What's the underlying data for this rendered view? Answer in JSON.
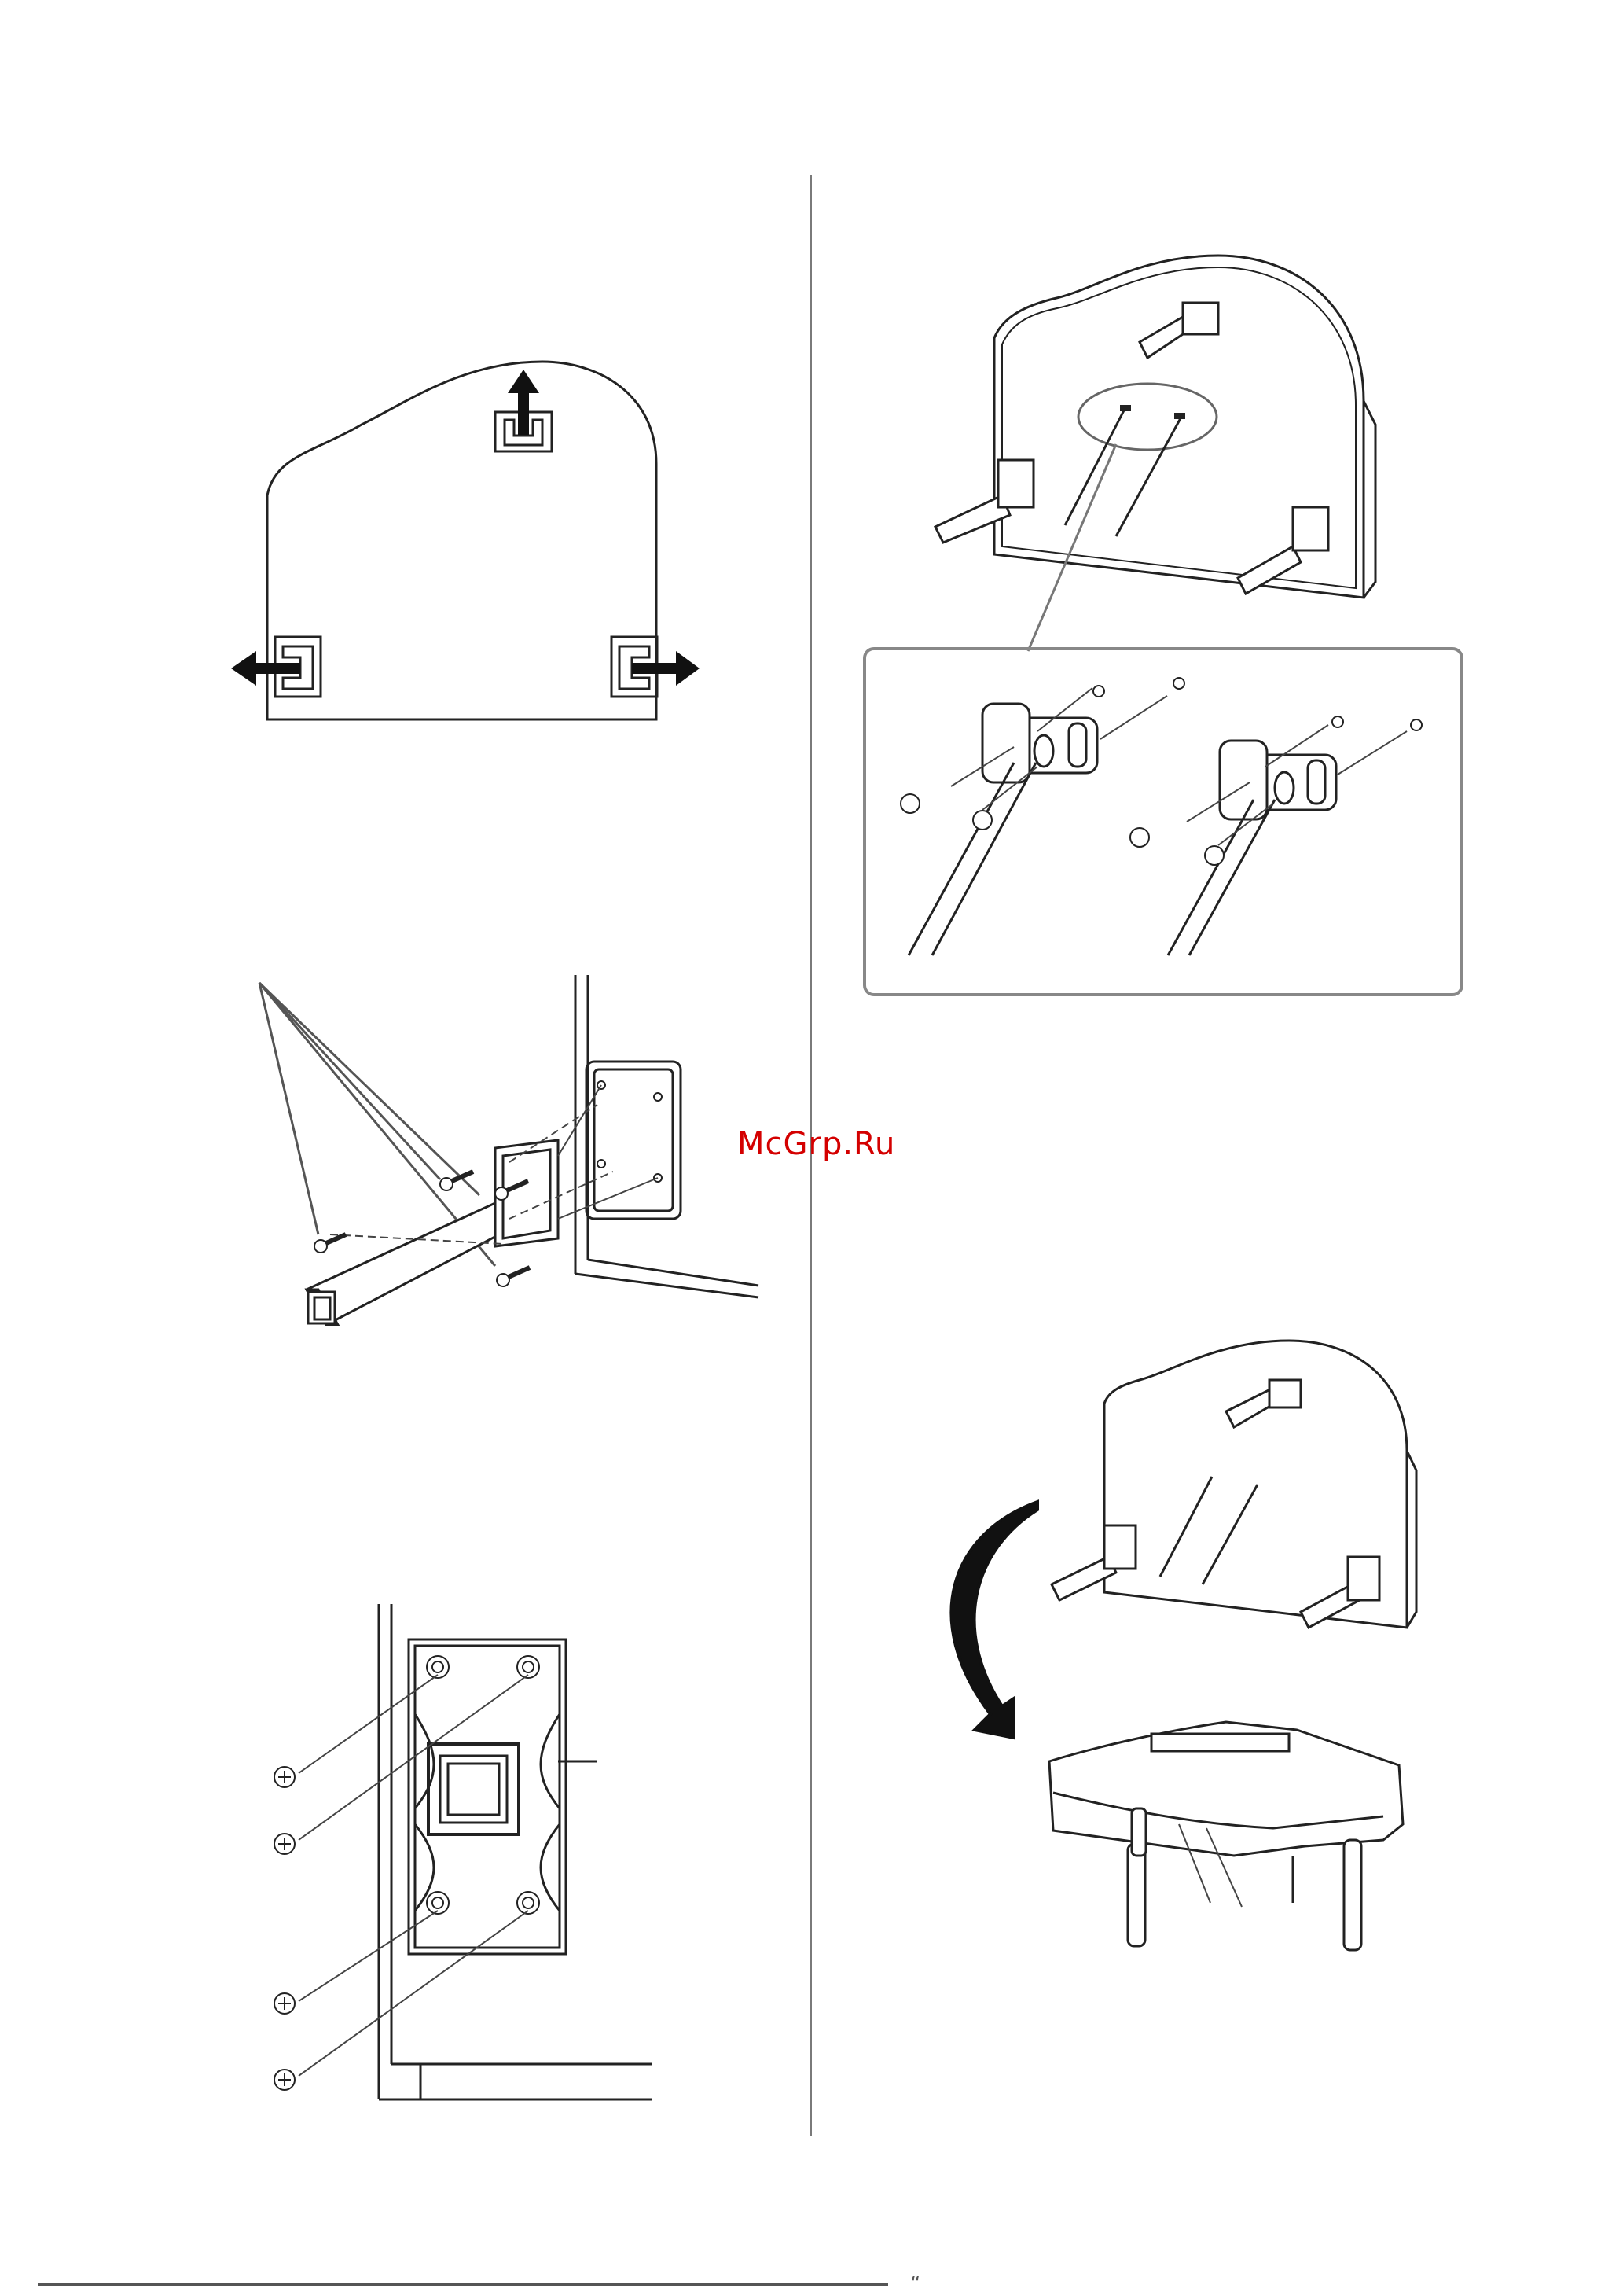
{
  "watermark": "McGrp.Ru",
  "page_mark": "“",
  "figures": {
    "fig1": "bottom-view-leg-directions",
    "fig2": "leg-attachment-bracket",
    "fig3": "bracket-plate-screws",
    "fig4": "pedal-rods-and-detail",
    "fig5": "turning-piano-upright"
  }
}
